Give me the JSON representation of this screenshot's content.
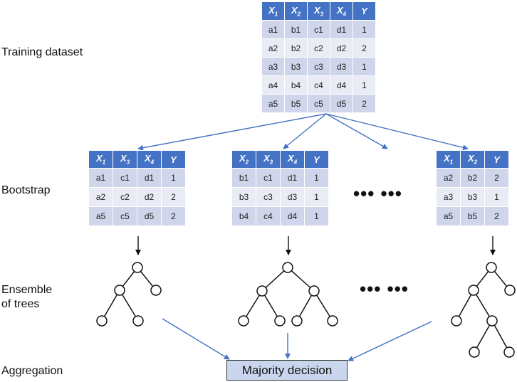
{
  "labels": {
    "training": "Training dataset",
    "bootstrap": "Bootstrap",
    "ensemble_line1": "Ensemble",
    "ensemble_line2": "of trees",
    "aggregation": "Aggregation"
  },
  "training_table": {
    "headers": [
      {
        "var": "X",
        "sub": "1"
      },
      {
        "var": "X",
        "sub": "2"
      },
      {
        "var": "X",
        "sub": "3"
      },
      {
        "var": "X",
        "sub": "4"
      },
      {
        "var": "Y",
        "sub": ""
      }
    ],
    "rows": [
      [
        "a1",
        "b1",
        "c1",
        "d1",
        "1"
      ],
      [
        "a2",
        "b2",
        "c2",
        "d2",
        "2"
      ],
      [
        "a3",
        "b3",
        "c3",
        "d3",
        "1"
      ],
      [
        "a4",
        "b4",
        "c4",
        "d4",
        "1"
      ],
      [
        "a5",
        "b5",
        "c5",
        "d5",
        "2"
      ]
    ]
  },
  "bootstrap_tables": [
    {
      "headers": [
        {
          "var": "X",
          "sub": "1"
        },
        {
          "var": "X",
          "sub": "3"
        },
        {
          "var": "X",
          "sub": "4"
        },
        {
          "var": "Y",
          "sub": ""
        }
      ],
      "rows": [
        [
          "a1",
          "c1",
          "d1",
          "1"
        ],
        [
          "a2",
          "c2",
          "d2",
          "2"
        ],
        [
          "a5",
          "c5",
          "d5",
          "2"
        ]
      ]
    },
    {
      "headers": [
        {
          "var": "X",
          "sub": "2"
        },
        {
          "var": "X",
          "sub": "3"
        },
        {
          "var": "X",
          "sub": "4"
        },
        {
          "var": "Y",
          "sub": ""
        }
      ],
      "rows": [
        [
          "b1",
          "c1",
          "d1",
          "1"
        ],
        [
          "b3",
          "c3",
          "d3",
          "1"
        ],
        [
          "b4",
          "c4",
          "d4",
          "1"
        ]
      ]
    },
    {
      "headers": [
        {
          "var": "X",
          "sub": "1"
        },
        {
          "var": "X",
          "sub": "2"
        },
        {
          "var": "Y",
          "sub": ""
        }
      ],
      "rows": [
        [
          "a2",
          "b2",
          "2"
        ],
        [
          "a3",
          "b3",
          "1"
        ],
        [
          "a5",
          "b5",
          "2"
        ]
      ]
    }
  ],
  "ellipsis": "••• •••",
  "decision_label": "Majority decision",
  "colors": {
    "header": "#4472c4",
    "row_odd": "#cfd5ea",
    "row_even": "#e9ebf5",
    "arrow": "#4472c4",
    "decision_fill": "#c9d6ee"
  }
}
